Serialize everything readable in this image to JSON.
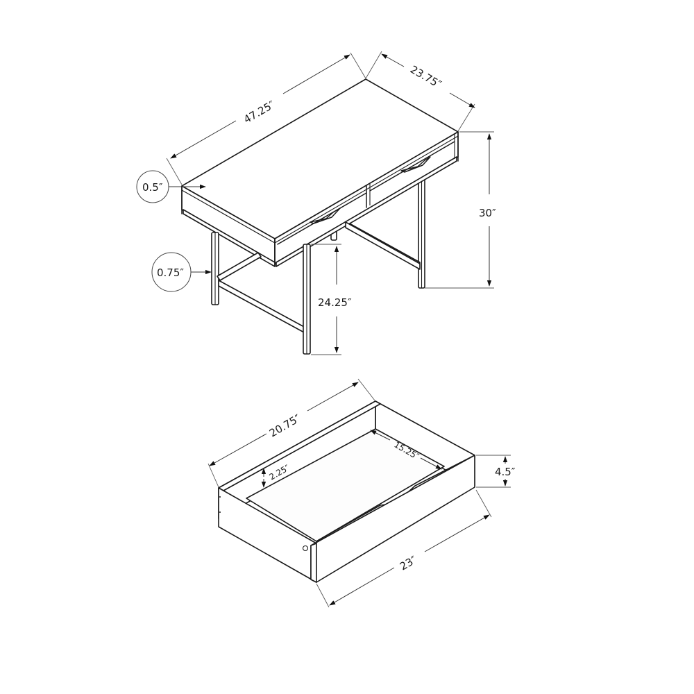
{
  "desk": {
    "width_label": "47.25″",
    "depth_label": "23.75″",
    "height_label": "30″",
    "clearance_label": "24.25″",
    "top_thickness_callout": "0.5″",
    "leg_thickness_callout": "0.75″"
  },
  "drawer": {
    "outer_depth_label": "20.75″",
    "inner_depth_label": "15.25″",
    "side_height_label": "2.25″",
    "front_height_label": "4.5″",
    "front_width_label": "23″"
  },
  "colors": {
    "line": "#1a1a1a",
    "background": "#ffffff"
  }
}
